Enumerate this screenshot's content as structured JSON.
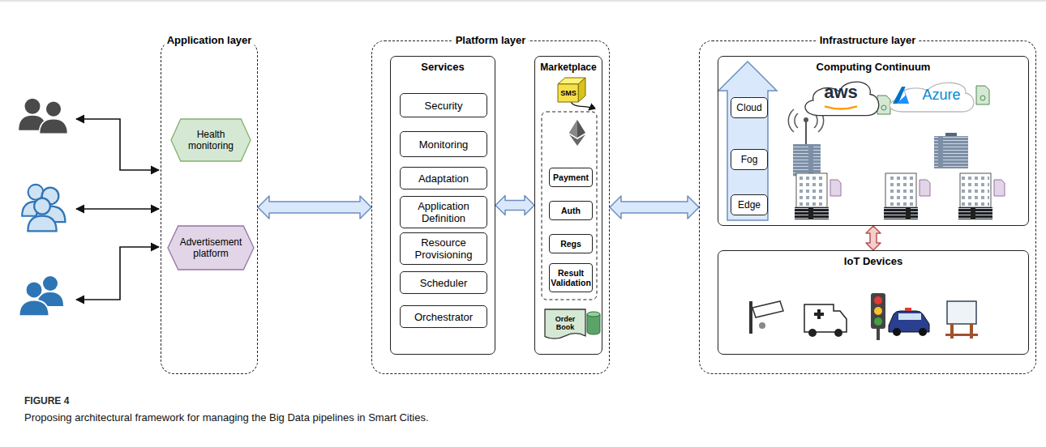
{
  "diagram": {
    "caption": "Proposing architectural framework for managing the Big Data pipelines in Smart Cities.",
    "nodes": [
      {
        "text": [
          "Application layer"
        ]
      },
      {
        "text": [
          "Health monitoring"
        ],
        "in": 0
      },
      {
        "text": [
          "Advertisement platform"
        ],
        "in": 0
      },
      {
        "text": [
          "Platform layer"
        ]
      },
      {
        "text": [
          "Services"
        ],
        "in": 3
      },
      {
        "text": [
          "Security"
        ],
        "in": 4
      },
      {
        "text": [
          "Monitoring"
        ],
        "in": 4
      },
      {
        "text": [
          "Adaptation"
        ],
        "in": 4
      },
      {
        "text": [
          "Application Definition"
        ],
        "in": 4
      },
      {
        "text": [
          "Resource Provisioning"
        ],
        "in": 4
      },
      {
        "text": [
          "Scheduler"
        ],
        "in": 4
      },
      {
        "text": [
          "Orchestrator"
        ],
        "in": 4
      },
      {
        "text": [
          "Marketplace"
        ],
        "in": 3
      },
      {
        "text": [
          "SMS"
        ],
        "in": 12
      },
      {
        "text": [
          "Payment"
        ],
        "in": 12
      },
      {
        "text": [
          "Auth"
        ],
        "in": 12
      },
      {
        "text": [
          "Regs"
        ],
        "in": 12
      },
      {
        "text": [
          "Result Validation"
        ],
        "in": 12
      },
      {
        "text": [
          "Order Book"
        ],
        "in": 12
      },
      {
        "text": [
          "Infrastructure layer"
        ]
      },
      {
        "text": [
          "Computing Continuum"
        ],
        "in": 19
      },
      {
        "text": [
          "Cloud"
        ],
        "in": 20
      },
      {
        "text": [
          "Fog"
        ],
        "in": 20
      },
      {
        "text": [
          "Edge"
        ],
        "in": 20
      },
      {
        "text": [
          "aws"
        ],
        "in": 20
      },
      {
        "text": [
          "Azure"
        ],
        "in": 20
      },
      {
        "text": [
          "IoT Devices"
        ],
        "in": 19
      }
    ],
    "edges": [
      {
        "from": 0,
        "to": 3,
        "arrow": "both"
      },
      {
        "from": 4,
        "to": 12,
        "arrow": "both"
      },
      {
        "from": 3,
        "to": 19,
        "arrow": "both"
      },
      {
        "from": 20,
        "to": 26,
        "arrow": "both"
      }
    ],
    "labels": [
      "FIGURE 4"
    ]
  }
}
